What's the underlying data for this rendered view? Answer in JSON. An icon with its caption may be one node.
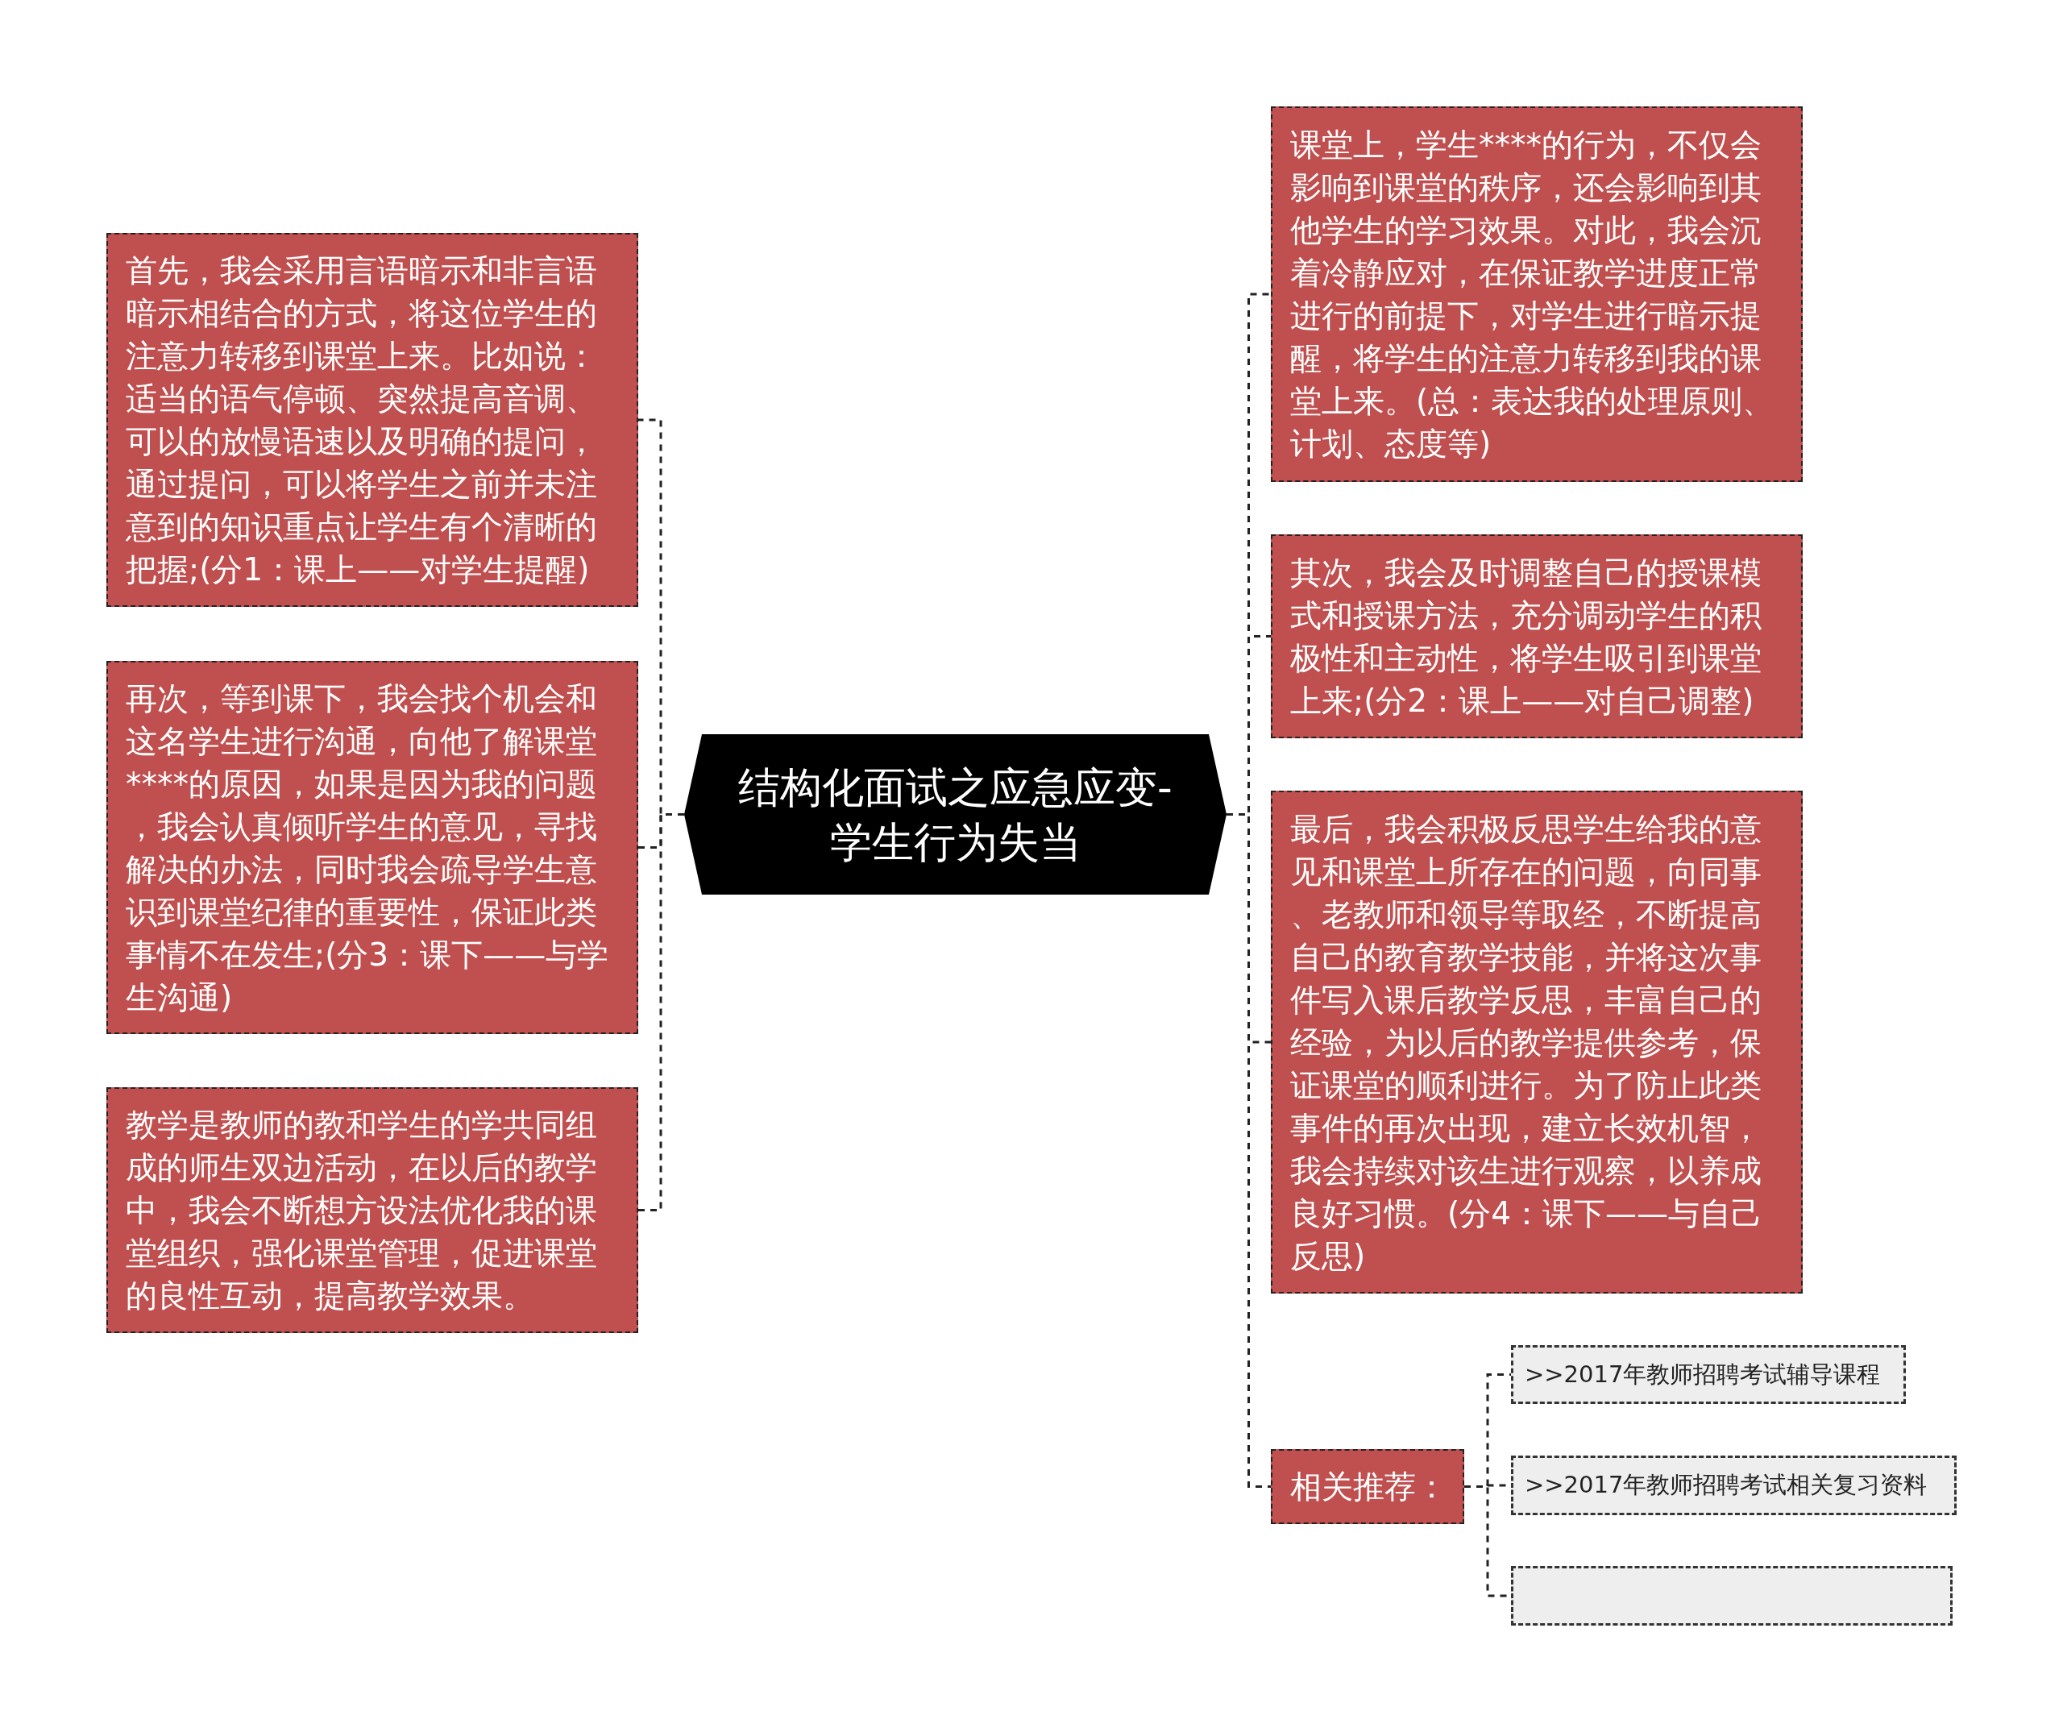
{
  "diagram": {
    "nodes": [
      {
        "text": [
          "结构化面试之应急应变-学生行为失当"
        ]
      },
      {
        "text": [
          "首先，我会采用言语暗示和非言语暗示相结合的方式，将这位学生的注意力转移到课堂上来。比如说：适当的语气停顿、突然提高音调、可以的放慢语速以及明确的提问，通过提问，可以将学生之前并未注意到的知识重点让学生有个清晰的把握;(分1：课上——对学生提醒)"
        ]
      },
      {
        "text": [
          "再次，等到课下，我会找个机会和这名学生进行沟通，向他了解课堂****的原因，如果是因为我的问题，我会认真倾听学生的意见，寻找解决的办法，同时我会疏导学生意识到课堂纪律的重要性，保证此类事情不在发生;(分3：课下——与学生沟通)"
        ]
      },
      {
        "text": [
          "教学是教师的教和学生的学共同组成的师生双边活动，在以后的教学中，我会不断想方设法优化我的课堂组织，强化课堂管理，促进课堂的良性互动，提高教学效果。"
        ]
      },
      {
        "text": [
          "课堂上，学生****的行为，不仅会影响到课堂的秩序，还会影响到其他学生的学习效果。对此，我会沉着冷静应对，在保证教学进度正常进行的前提下，对学生进行暗示提醒，将学生的注意力转移到我的课堂上来。(总：表达我的处理原则、计划、态度等)"
        ]
      },
      {
        "text": [
          "其次，我会及时调整自己的授课模式和授课方法，充分调动学生的积极性和主动性，将学生吸引到课堂上来;(分2：课上——对自己调整)"
        ]
      },
      {
        "text": [
          "最后，我会积极反思学生给我的意见和课堂上所存在的问题，向同事、老教师和领导等取经，不断提高自己的教育教学技能，并将这次事件写入课后教学反思，丰富自己的经验，为以后的教学提供参考，保证课堂的顺利进行。为了防止此类事件的再次出现，建立长效机智，我会持续对该生进行观察，以养成良好习惯。(分4：课下——与自己反思)"
        ]
      },
      {
        "text": [
          "相关推荐："
        ]
      },
      {
        "text": [
          ">>2017年教师招聘考试辅导课程"
        ]
      },
      {
        "text": [
          ">>2017年教师招聘考试相关复习资料"
        ]
      },
      {
        "text": [],
        "shape": "box"
      }
    ],
    "edges": [
      {
        "from": 0,
        "to": 1,
        "arrow": "none"
      },
      {
        "from": 0,
        "to": 2,
        "arrow": "none"
      },
      {
        "from": 0,
        "to": 3,
        "arrow": "none"
      },
      {
        "from": 0,
        "to": 4,
        "arrow": "none"
      },
      {
        "from": 0,
        "to": 5,
        "arrow": "none"
      },
      {
        "from": 0,
        "to": 6,
        "arrow": "none"
      },
      {
        "from": 0,
        "to": 7,
        "arrow": "none"
      },
      {
        "from": 7,
        "to": 8,
        "arrow": "none"
      },
      {
        "from": 7,
        "to": 9,
        "arrow": "none"
      },
      {
        "from": 7,
        "to": 10,
        "arrow": "none"
      }
    ]
  }
}
